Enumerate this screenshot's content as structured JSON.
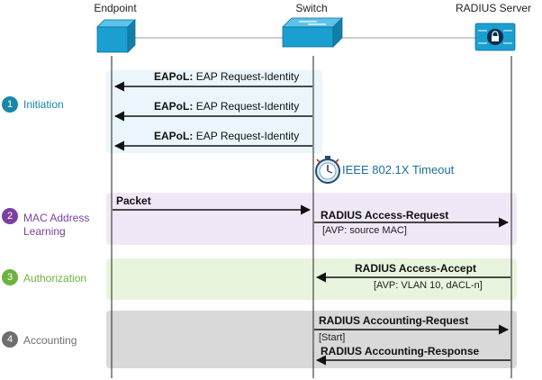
{
  "headers": {
    "endpoint": "Endpoint",
    "switch": "Switch",
    "radius": "RADIUS Server"
  },
  "phases": [
    {
      "num": "1",
      "label": "Initiation",
      "color": "#1a86a8"
    },
    {
      "num": "2",
      "label": "MAC Address Learning",
      "color": "#7b3fa0"
    },
    {
      "num": "3",
      "label": "Authorization",
      "color": "#6cb33f"
    },
    {
      "num": "4",
      "label": "Accounting",
      "color": "#6e6e6e"
    }
  ],
  "messages": {
    "eapol_prefix": "EAPoL:",
    "eapol_text": "EAP Request-Identity",
    "timeout": "IEEE 802.1X Timeout",
    "packet": "Packet",
    "access_request": "RADIUS Access-Request",
    "access_request_avp": "[AVP: source MAC]",
    "access_accept": "RADIUS Access-Accept",
    "access_accept_avp": "[AVP: VLAN 10, dACL-n]",
    "acct_request": "RADIUS Accounting-Request",
    "acct_start": "[Start]",
    "acct_response": "RADIUS Accounting-Response"
  },
  "colors": {
    "initiation_band": "#eaf6fb",
    "mac_band": "#f1e8f7",
    "auth_band": "#e9f4de",
    "acct_band": "#d9d9d9",
    "device_blue": "#1a9fd0",
    "timeout_text": "#1c6f9c"
  },
  "icons": [
    "endpoint-device-icon",
    "switch-device-icon",
    "radius-server-icon",
    "stopwatch-icon"
  ]
}
